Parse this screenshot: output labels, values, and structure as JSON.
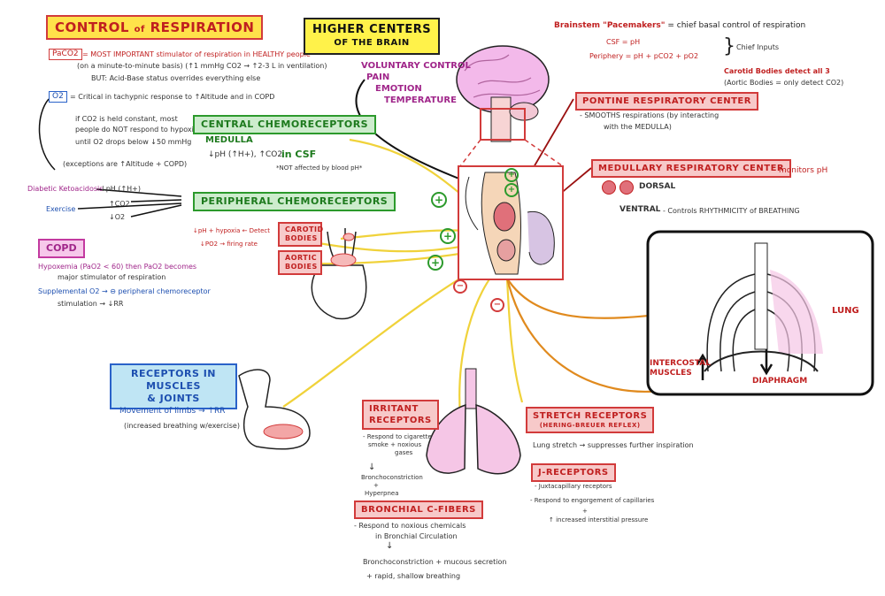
{
  "title": {
    "main": "CONTROL",
    "of": "of",
    "sub": "RESPIRATION"
  },
  "higher_centers": {
    "line1": "HIGHER CENTERS",
    "line2": "OF THE BRAIN",
    "items": [
      "VOLUNTARY CONTROL",
      "PAIN",
      "EMOTION",
      "TEMPERATURE"
    ]
  },
  "paco2": {
    "label": "PaCO2",
    "line1": "= MOST IMPORTANT stimulator of respiration in HEALTHY people",
    "line2": "(on a minute-to-minute basis) (↑1 mmHg CO2 → ↑2-3 L in ventilation)",
    "line3": "BUT: Acid-Base status overrides everything else"
  },
  "o2": {
    "label": "O2",
    "line1": "= Critical in tachypnic response to ↑Altitude and in COPD",
    "line2": "if CO2 is held constant, most",
    "line3": "people do NOT respond to hypoxia",
    "line4": "until O2 drops below ↓50 mmHg",
    "line5": "(exceptions are ↑Altitude + COPD)"
  },
  "central": {
    "label": "CENTRAL CHEMORECEPTORS",
    "medulla": "MEDULLA",
    "formula": "↓pH (↑H+), ↑CO2",
    "in_csf": "in CSF",
    "note": "*NOT affected by blood pH*"
  },
  "peripheral": {
    "label": "PERIPHERAL CHEMORECEPTORS",
    "dka": "Diabetic Ketoacidosis",
    "exercise": "Exercise",
    "ph": "↓pH (↑H+)",
    "co2": "↑CO2",
    "o2": "↓O2",
    "detect1": "↓pH + hypoxia ← Detect",
    "detect2": "↓PO2 → firing rate",
    "carotid": "CAROTID BODIES",
    "aortic": "AORTIC BODIES"
  },
  "copd": {
    "label": "COPD",
    "line1": "Hypoxemia (PaO2 < 60) then PaO2 becomes",
    "line2": "major stimulator of respiration",
    "line3": "Supplemental O2 → ⊖ peripheral chemoreceptor",
    "line4": "stimulation → ↓RR"
  },
  "brainstem": {
    "heading": "Brainstem \"Pacemakers\"",
    "desc": "= chief basal control of respiration",
    "csf": "CSF = pH",
    "periphery": "Periphery = pH + pCO2 + pO2",
    "chief": "Chief Inputs",
    "carotid_note": "Carotid Bodies detect all 3",
    "aortic_note": "(Aortic Bodies = only detect CO2)"
  },
  "pontine": {
    "label": "PONTINE RESPIRATORY CENTER",
    "line1": "- SMOOTHS respirations (by interacting",
    "line2": "with the MEDULLA)"
  },
  "medullary": {
    "label": "MEDULLARY RESPIRATORY CENTER",
    "monitors": "monitors pH",
    "dorsal": "DORSAL",
    "ventral": "VENTRAL",
    "ventral_desc": "- Controls RHYTHMICITY of BREATHING"
  },
  "muscles": {
    "label1": "RECEPTORS IN MUSCLES",
    "label2": "& JOINTS",
    "line1": "Movement of limbs → ↑RR",
    "line2": "(increased breathing w/exercise)"
  },
  "irritant": {
    "label1": "IRRITANT",
    "label2": "RECEPTORS",
    "line1": "- Respond to cigarette",
    "line2": "smoke + noxious",
    "line3": "gases",
    "line4": "Bronchoconstriction",
    "line5": "+",
    "line6": "Hyperpnea"
  },
  "bronchial": {
    "label": "BRONCHIAL C-FIBERS",
    "line1": "- Respond to noxious chemicals",
    "line2": "in Bronchial Circulation",
    "line3": "Bronchoconstriction + mucous secretion",
    "line4": "+ rapid, shallow breathing"
  },
  "stretch": {
    "label": "STRETCH RECEPTORS",
    "sub": "(HERING-BREUER REFLEX)",
    "line1": "Lung stretch → suppresses further inspiration"
  },
  "jrec": {
    "label": "J-RECEPTORS",
    "line1": "- Juxtacapillary receptors",
    "line2": "- Respond to engorgement of capillaries",
    "line3": "+",
    "line4": "↑ increased interstitial pressure"
  },
  "chest": {
    "lung": "LUNG",
    "intercostal1": "INTERCOSTAL",
    "intercostal2": "MUSCLES",
    "diaphragm": "DIAPHRAGM"
  },
  "signs": {
    "plus": "+",
    "minus": "−"
  },
  "colors": {
    "red": "#c02020",
    "green": "#1d7a1d",
    "blue": "#1d4fb0",
    "magenta": "#a0268a",
    "yellow_line": "#f0d23a",
    "orange_line": "#e08a1e",
    "dark_red_line": "#9a1010"
  }
}
